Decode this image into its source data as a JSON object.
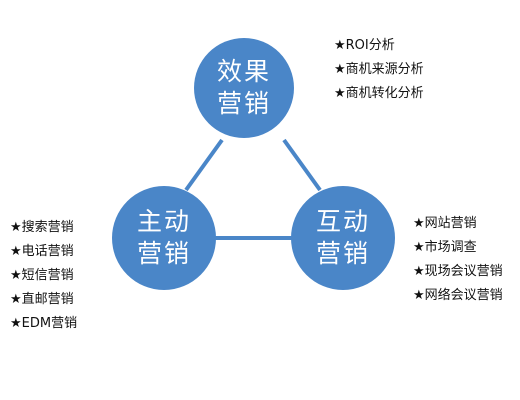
{
  "nodes": {
    "top": {
      "line1": "效果",
      "line2": "营销"
    },
    "left": {
      "line1": "主动",
      "line2": "营销"
    },
    "right": {
      "line1": "互动",
      "line2": "营销"
    }
  },
  "lists": {
    "top": [
      "★ROI分析",
      "★商机来源分析",
      "★商机转化分析"
    ],
    "left": [
      "★搜索营销",
      "★电话营销",
      "★短信营销",
      "★直邮营销",
      "★EDM营销"
    ],
    "right": [
      "★网站营销",
      "★市场调查",
      "★现场会议营销",
      "★网络会议营销"
    ]
  },
  "colors": {
    "node_fill": "#4a86c8",
    "connector": "#4a86c8",
    "node_text": "#ffffff"
  }
}
